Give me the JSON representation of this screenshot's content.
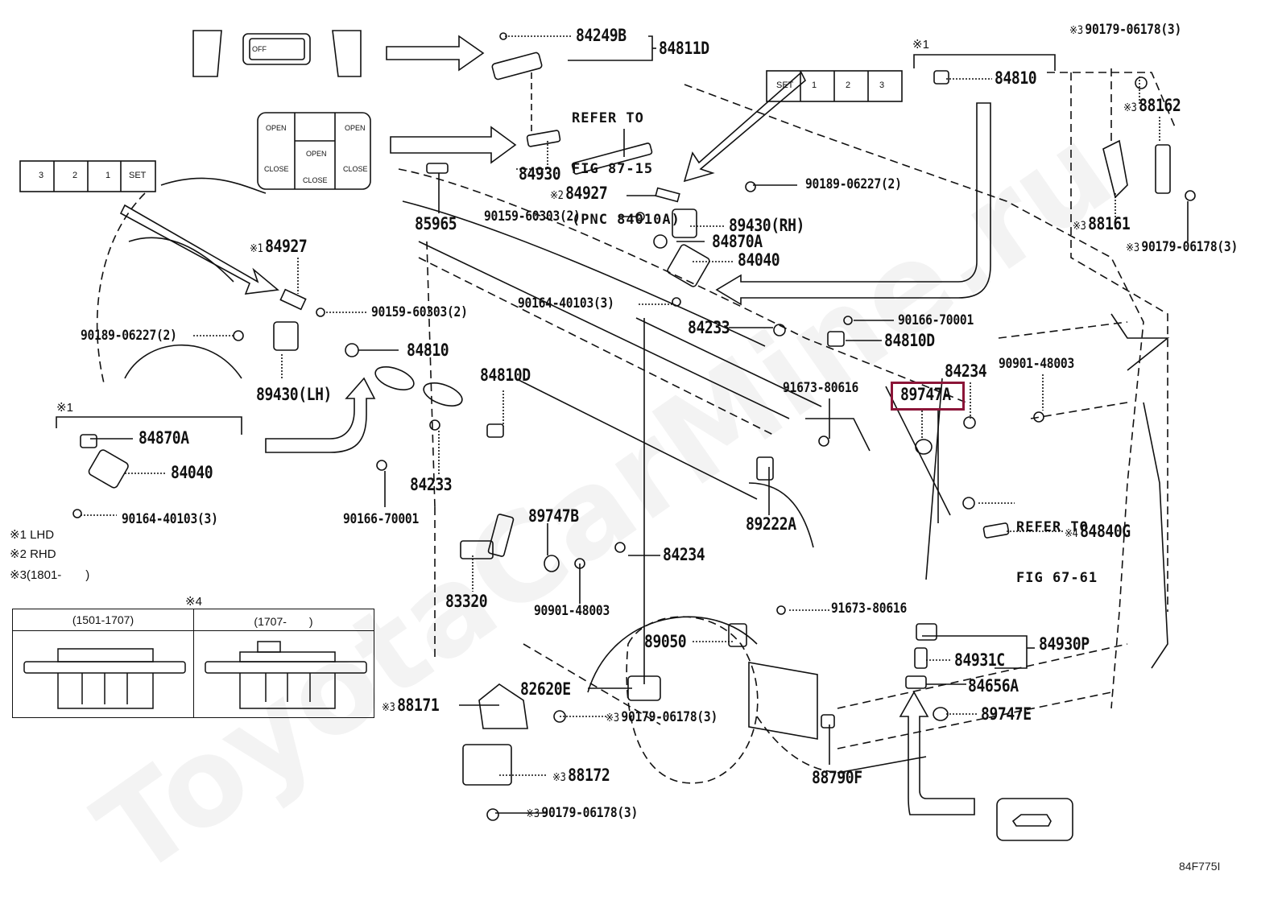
{
  "figure_id": "84F775I",
  "watermark": "ToyotaCarMine.ru",
  "highlight_color": "#8b1538",
  "highlighted_part": "89747A",
  "parts": [
    {
      "id": "p84249B",
      "text": "84249B"
    },
    {
      "id": "p84811D",
      "text": "84811D"
    },
    {
      "id": "p84930_top",
      "text": "84930"
    },
    {
      "id": "p84927_rhd",
      "mark": "※2",
      "text": "84927"
    },
    {
      "id": "p90159_top",
      "text": "90159-60303(2)"
    },
    {
      "id": "p89430RH",
      "text": "89430(RH)"
    },
    {
      "id": "p84870A_top",
      "text": "84870A"
    },
    {
      "id": "p84040_top",
      "text": "84040"
    },
    {
      "id": "p90164_top",
      "text": "90164-40103(3)"
    },
    {
      "id": "p90189_top",
      "text": "90189-06227(2)"
    },
    {
      "id": "p84810_lhd",
      "text": "84810"
    },
    {
      "id": "p85965",
      "text": "85965"
    },
    {
      "id": "p84927_lhd",
      "mark": "※1",
      "text": "84927"
    },
    {
      "id": "p90159_left",
      "text": "90159-60303(2)"
    },
    {
      "id": "p90189_left",
      "text": "90189-06227(2)"
    },
    {
      "id": "p84810_mid",
      "text": "84810"
    },
    {
      "id": "p89430LH",
      "text": "89430(LH)"
    },
    {
      "id": "p84810D_left",
      "text": "84810D"
    },
    {
      "id": "p84233_top",
      "text": "84233"
    },
    {
      "id": "p90166_right",
      "text": "90166-70001"
    },
    {
      "id": "p84810D_right",
      "text": "84810D"
    },
    {
      "id": "p84234_top",
      "text": "84234"
    },
    {
      "id": "p90901_right",
      "text": "90901-48003"
    },
    {
      "id": "p91673_top",
      "text": "91673-80616"
    },
    {
      "id": "p89747A",
      "text": "89747A"
    },
    {
      "id": "p84870A_left",
      "text": "84870A"
    },
    {
      "id": "p84040_left",
      "text": "84040"
    },
    {
      "id": "p90164_left",
      "text": "90164-40103(3)"
    },
    {
      "id": "p84233_bottom",
      "text": "84233"
    },
    {
      "id": "p90166_left",
      "text": "90166-70001"
    },
    {
      "id": "p89747B",
      "text": "89747B"
    },
    {
      "id": "p84234_bottom",
      "text": "84234"
    },
    {
      "id": "p83320",
      "text": "83320"
    },
    {
      "id": "p90901_bottom",
      "text": "90901-48003"
    },
    {
      "id": "p89222A",
      "text": "89222A"
    },
    {
      "id": "p84840G",
      "mark": "※4",
      "text": "84840G"
    },
    {
      "id": "p91673_bottom",
      "text": "91673-80616"
    },
    {
      "id": "p89050",
      "text": "89050"
    },
    {
      "id": "p84930P",
      "text": "84930P"
    },
    {
      "id": "p84931C",
      "text": "84931C"
    },
    {
      "id": "p84656A",
      "text": "84656A"
    },
    {
      "id": "p89747E",
      "text": "89747E"
    },
    {
      "id": "p82620E",
      "text": "82620E"
    },
    {
      "id": "p88171",
      "mark": "※3",
      "text": "88171"
    },
    {
      "id": "p90179_mid",
      "mark": "※3",
      "text": "90179-06178(3)"
    },
    {
      "id": "p88172",
      "mark": "※3",
      "text": "88172"
    },
    {
      "id": "p90179_bottom",
      "mark": "※3",
      "text": "90179-06178(3)"
    },
    {
      "id": "p88790F",
      "text": "88790F"
    },
    {
      "id": "p90179_tr_top",
      "mark": "※3",
      "text": "90179-06178(3)"
    },
    {
      "id": "p88162",
      "mark": "※3",
      "text": "88162"
    },
    {
      "id": "p88161",
      "mark": "※3",
      "text": "88161"
    },
    {
      "id": "p90179_tr_bottom",
      "mark": "※3",
      "text": "90179-06178(3)"
    }
  ],
  "references": [
    {
      "id": "ref_top",
      "lines": [
        "REFER TO",
        "FIG 87-15",
        "(PNC 84010A)"
      ]
    },
    {
      "id": "ref_right",
      "lines": [
        "REFER TO",
        "FIG 67-61"
      ]
    }
  ],
  "group_marks": {
    "lhd_top_right": "※1",
    "lhd_left": "※1",
    "variant_table": "※4"
  },
  "legend": [
    {
      "mark": "※1",
      "text": "LHD"
    },
    {
      "mark": "※2",
      "text": "RHD"
    },
    {
      "mark": "※3",
      "text": "(1801-　　)"
    }
  ],
  "variant_table": {
    "columns": [
      "(1501-1707)",
      "(1707-　　)"
    ]
  },
  "switch_panels": {
    "seat_memory_left": [
      "3",
      "2",
      "1",
      "SET"
    ],
    "seat_memory_top": [
      "SET",
      "1",
      "2",
      "3"
    ],
    "door_switch": {
      "open": "OPEN",
      "close": "CLOSE"
    },
    "mirror_switch": [
      "OFF"
    ]
  }
}
